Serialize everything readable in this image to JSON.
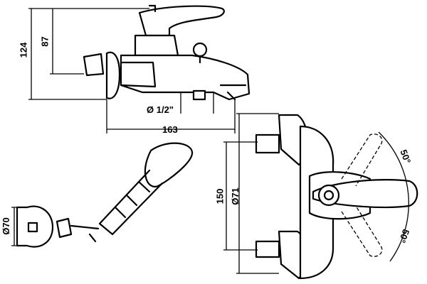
{
  "dimensions": {
    "height_total": "124",
    "height_handle": "87",
    "thread": "Ø 1/2\"",
    "width": "163",
    "cover_dia": "Ø70",
    "center_distance": "150",
    "flange_dia": "Ø71",
    "angle_upper": "50°",
    "angle_lower": "50°"
  }
}
